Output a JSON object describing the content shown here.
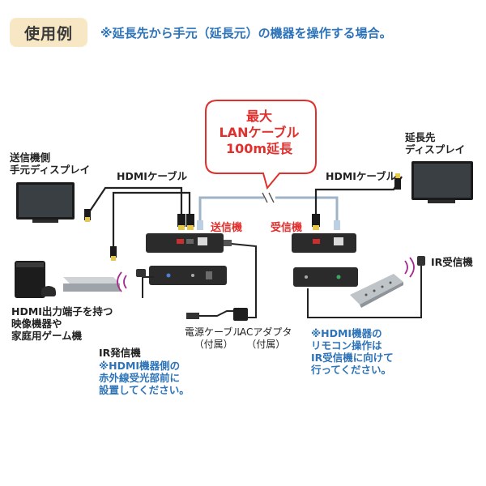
{
  "header": {
    "badge": "使用例",
    "note": "※延長先から手元（延長元）の機器を操作する場合。"
  },
  "bubble": {
    "line1": "最大",
    "line2": "LANケーブル",
    "line3": "100m延長"
  },
  "labels": {
    "local_display_1": "送信機側",
    "local_display_2": "手元ディスプレイ",
    "hdmi_cable_left": "HDMIケーブル",
    "hdmi_cable_right": "HDMIケーブル",
    "remote_display_1": "延長先",
    "remote_display_2": "ディスプレイ",
    "transmitter": "送信機",
    "receiver": "受信機",
    "source_1": "HDMI出力端子を持つ",
    "source_2": "映像機器や",
    "source_3": "家庭用ゲーム機",
    "ir_transmitter": "IR発信機",
    "ir_note_1": "※HDMI機器側の",
    "ir_note_2": "赤外線受光部前に",
    "ir_note_3": "設置してください。",
    "power_cable_1": "電源ケーブル",
    "power_cable_2": "（付属）",
    "ac_adapter_1": "ACアダプタ",
    "ac_adapter_2": "（付属）",
    "remote_note_1": "※HDMI機器の",
    "remote_note_2": "リモコン操作は",
    "remote_note_3": "IR受信機に向けて",
    "remote_note_4": "行ってください。",
    "ir_receiver": "IR受信機"
  },
  "colors": {
    "accent_red": "#e0302e",
    "accent_blue": "#2d73b8",
    "badge_bg": "#f8e7c4",
    "device_dark": "#2b2b2b",
    "lan_cable": "#9fb3c8"
  }
}
